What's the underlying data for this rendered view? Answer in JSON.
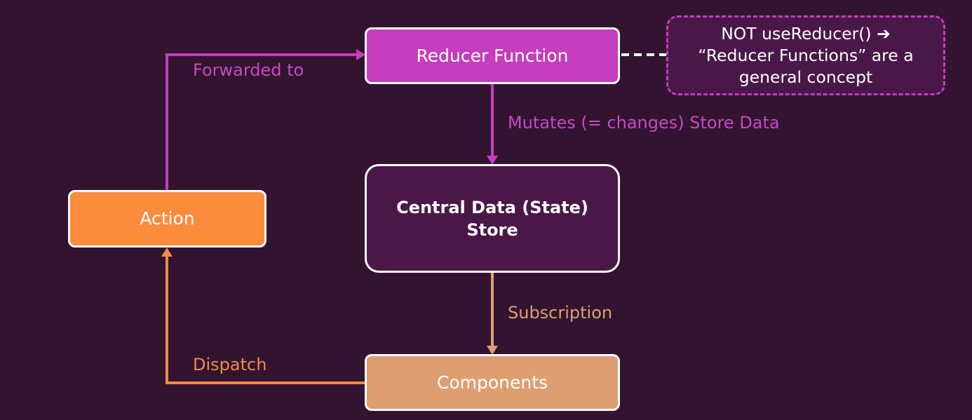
{
  "colors": {
    "background": "#321431",
    "reducer_fill": "#c53dbc",
    "store_fill": "#4a1846",
    "action_fill": "#fa8c3c",
    "components_fill": "#dd9f71",
    "magenta_arrow": "#c53dbc",
    "orange_arrow": "#f08a45",
    "tan_arrow": "#dd9f71"
  },
  "nodes": {
    "reducer": "Reducer Function",
    "store_line1": "Central Data (State)",
    "store_line2": "Store",
    "action": "Action",
    "components": "Components",
    "note_line1": "NOT useReducer()",
    "note_arrow_icon": "➔",
    "note_line2": "“Reducer Functions” are a",
    "note_line3": "general concept"
  },
  "edges": {
    "forwarded": "Forwarded to",
    "mutates": "Mutates (= changes) Store Data",
    "subscription": "Subscription",
    "dispatch": "Dispatch"
  }
}
